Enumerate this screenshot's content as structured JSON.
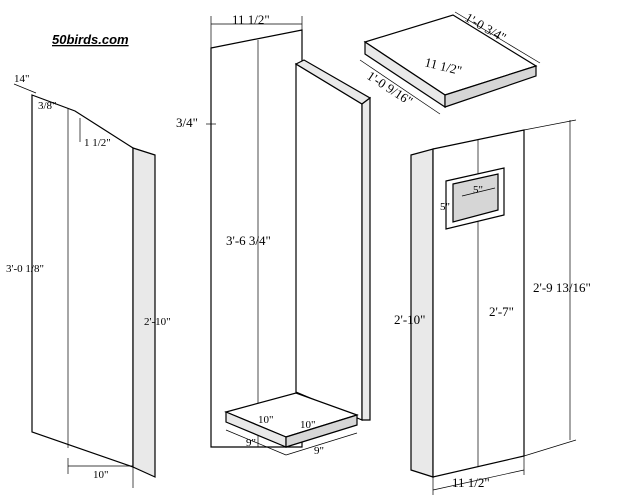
{
  "logo": {
    "text": "50birds.com"
  },
  "side_panel": {
    "top_left": "14\"",
    "top_drop": "3/8\"",
    "slope_run": "1 1/2\"",
    "height_front": "3'-0 1/8\"",
    "height_back": "2'-10\"",
    "width": "10\""
  },
  "back_assembly": {
    "width": "11 1/2\"",
    "thickness": "3/4\"",
    "height": "3'-6 3/4\"",
    "floor_a": "10\"",
    "floor_b": "10\"",
    "floor_c": "9\"",
    "floor_d": "9\""
  },
  "roof": {
    "depth": "1'-0 3/4\"",
    "front": "11 1/2\"",
    "side": "1'-0 9/16\""
  },
  "front_panel": {
    "hole_width": "5\"",
    "hole_height": "5\"",
    "height_outer": "2'-10\"",
    "height_inner": "2'-7\"",
    "height_total": "2'-9 13/16\"",
    "width": "11 1/2\""
  }
}
